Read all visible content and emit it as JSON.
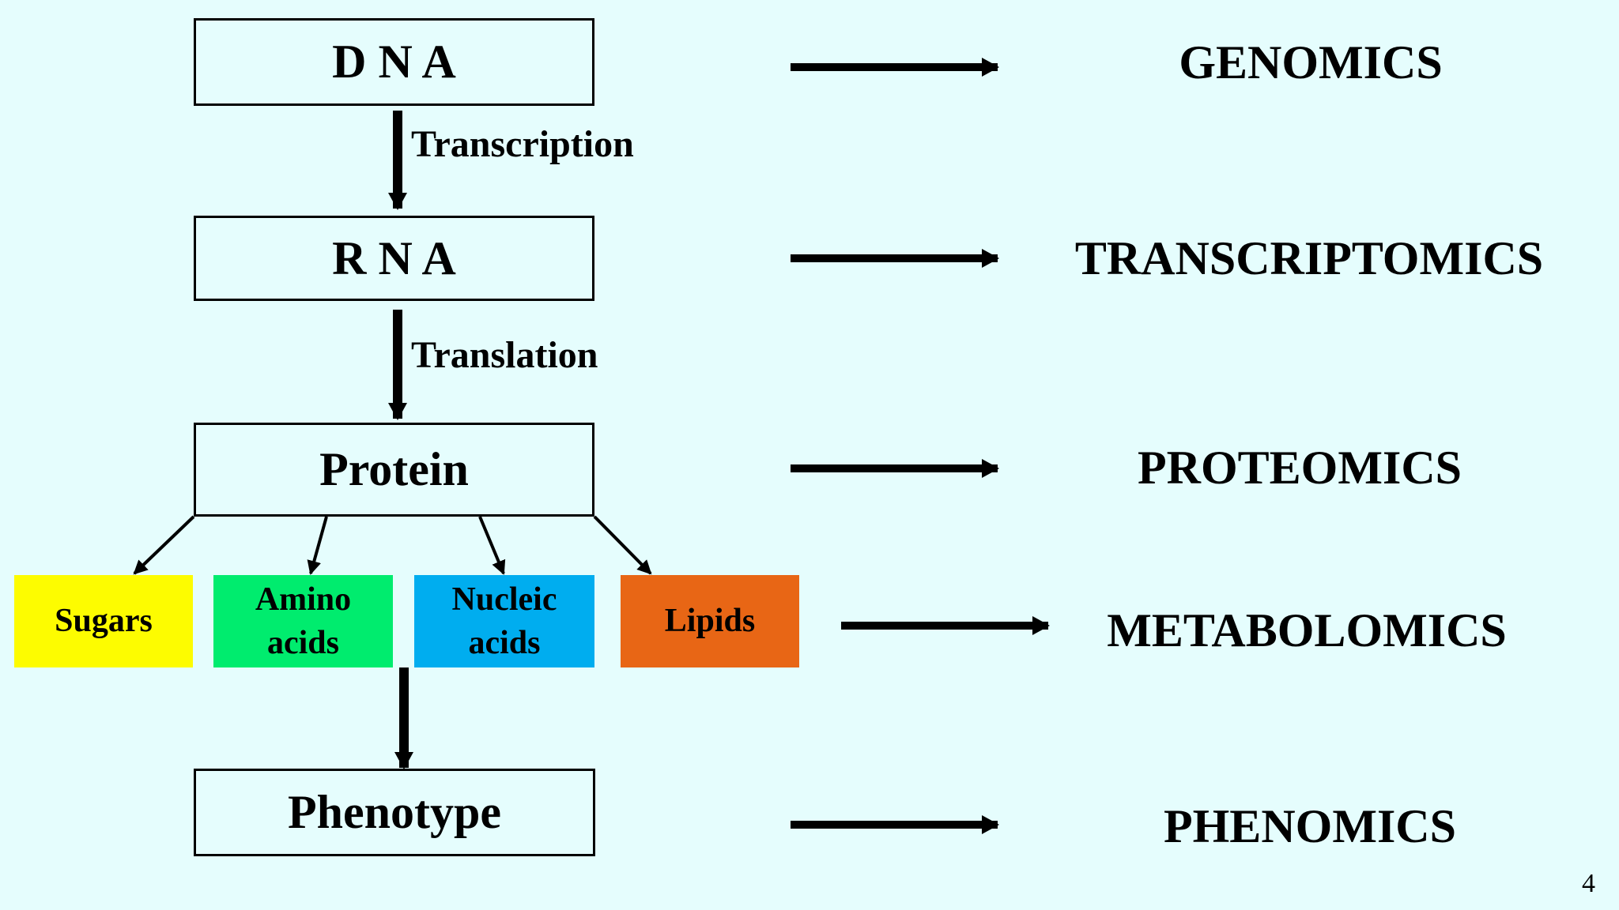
{
  "colors": {
    "background": "#e5fdfd",
    "sugars": "#fdfc00",
    "amino": "#00ec6e",
    "nucleic": "#00adef",
    "lipids": "#e86615"
  },
  "boxes": {
    "dna": "D N A",
    "rna": "R N A",
    "protein": "Protein",
    "phenotype": "Phenotype"
  },
  "steps": {
    "transcription": "Transcription",
    "translation": "Translation"
  },
  "metabolites": {
    "sugars": "Sugars",
    "amino_line1": "Amino",
    "amino_line2": "acids",
    "nucleic_line1": "Nucleic",
    "nucleic_line2": "acids",
    "lipids": "Lipids"
  },
  "omics": {
    "genomics": "GENOMICS",
    "transcriptomics": "TRANSCRIPTOMICS",
    "proteomics": "PROTEOMICS",
    "metabolomics": "METABOLOMICS",
    "phenomics": "PHENOMICS"
  },
  "page_number": "4"
}
